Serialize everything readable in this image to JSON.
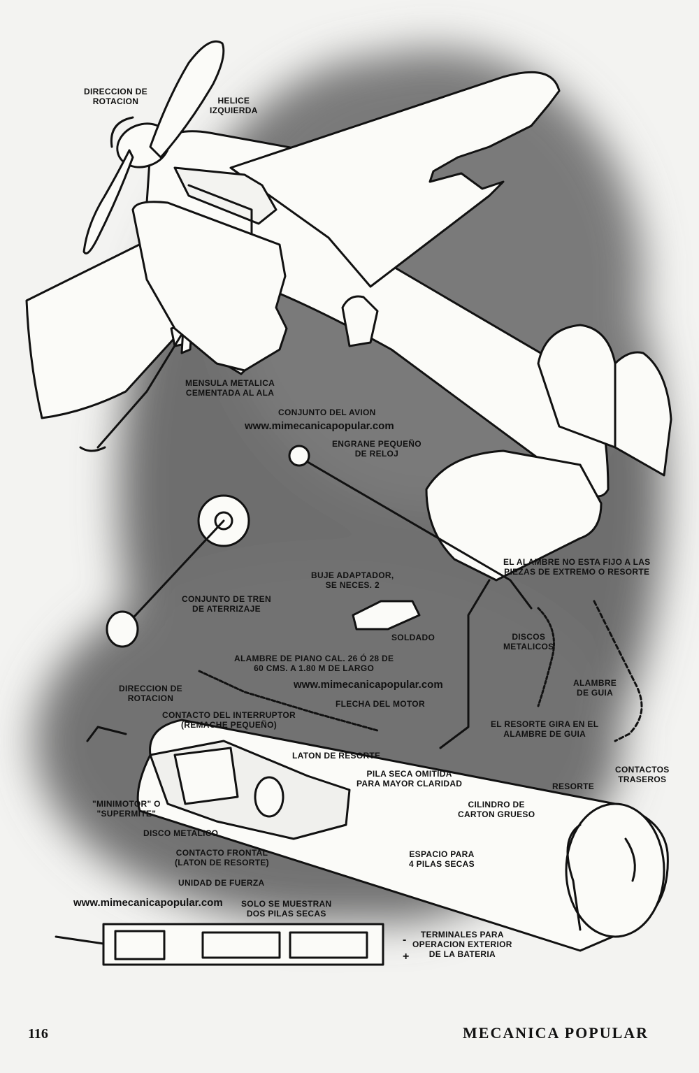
{
  "watermarks": [
    "www.mimecanicapopular.com",
    "www.mimecanicapopular.com",
    "www.mimecanicapopular.com"
  ],
  "labels": {
    "direccion_rotacion_top": [
      "DIRECCION DE",
      "ROTACION"
    ],
    "helice": [
      "HELICE",
      "IZQUIERDA"
    ],
    "mensula": [
      "MENSULA METALICA",
      "CEMENTADA AL ALA"
    ],
    "conjunto_avion": "CONJUNTO DEL AVION",
    "engrane": [
      "ENGRANE PEQUEÑO",
      "DE RELOJ"
    ],
    "buje": [
      "BUJE ADAPTADOR,",
      "SE NECES. 2"
    ],
    "soldado": "SOLDADO",
    "alambre_no_fijo": [
      "EL ALAMBRE NO ESTA FIJO A LAS",
      "PIEZAS DE EXTREMO O RESORTE"
    ],
    "tren": [
      "CONJUNTO DE TREN",
      "DE ATERRIZAJE"
    ],
    "discos": [
      "DISCOS",
      "METALICOS"
    ],
    "alambre_piano": [
      "ALAMBRE DE PIANO CAL. 26 Ó 28 DE",
      "60 CMS. A 1.80 M DE LARGO"
    ],
    "alambre_guia": [
      "ALAMBRE",
      "DE GUIA"
    ],
    "direccion_rotacion_mid": [
      "DIRECCION DE",
      "ROTACION"
    ],
    "flecha": "FLECHA DEL MOTOR",
    "contacto_interruptor": [
      "CONTACTO DEL INTERRUPTOR",
      "(REMACHE PEQUEÑO)"
    ],
    "resorte_gira": [
      "EL RESORTE GIRA EN EL",
      "ALAMBRE DE GUIA"
    ],
    "laton": "LATON DE RESORTE",
    "pila_omitida": [
      "PILA SECA OMITIDA",
      "PARA MAYOR CLARIDAD"
    ],
    "contactos_traseros": [
      "CONTACTOS",
      "TRASEROS"
    ],
    "resorte": "RESORTE",
    "minimotor": [
      "\"MINIMOTOR\" O",
      "\"SUPERMITE\""
    ],
    "cilindro": [
      "CILINDRO DE",
      "CARTON GRUESO"
    ],
    "disco_metalico": "DISCO METALICO",
    "contacto_frontal": [
      "CONTACTO FRONTAL",
      "(LATON DE RESORTE)"
    ],
    "espacio": [
      "ESPACIO PARA",
      "4 PILAS SECAS"
    ],
    "unidad": "UNIDAD DE FUERZA",
    "solo": [
      "SOLO SE MUESTRAN",
      "DOS PILAS SECAS"
    ],
    "terminales": [
      "TERMINALES PARA",
      "OPERACION EXTERIOR",
      "DE LA BATERIA"
    ],
    "minus": "-",
    "plus": "+"
  },
  "footer": {
    "page_number": "116",
    "magazine": "MECANICA POPULAR"
  }
}
